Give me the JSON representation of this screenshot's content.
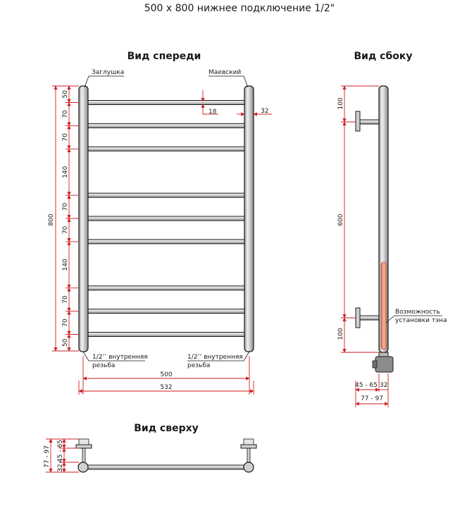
{
  "title": "500 x 800 нижнее подключение 1/2\"",
  "views": {
    "front": "Вид спереди",
    "side": "Вид сбоку",
    "top": "Вид сверху"
  },
  "callouts": {
    "plug": "Заглушка",
    "mayevsky": "Маевский",
    "thread_left_1": "1/2’’ внутренняя",
    "thread_left_2": "резьба",
    "thread_right_1": "1/2’’ внутренняя",
    "thread_right_2": "резьба",
    "heater_1": "Возможность",
    "heater_2": "установки тэна"
  },
  "front_dims": {
    "spacing_labels": [
      "50",
      "70",
      "70",
      "140",
      "70",
      "70",
      "140",
      "70",
      "70",
      "50"
    ],
    "height_total": "800",
    "bar_offset": "18",
    "pipe_diameter": "32",
    "width_center": "500",
    "width_total": "532"
  },
  "side_dims": {
    "top": "100",
    "middle": "600",
    "bottom": "100",
    "depth_1": "45 - 65",
    "depth_pipe": "32",
    "depth_total": "77 - 97"
  },
  "top_dims": {
    "outer": "77 - 97",
    "inner_1": "32",
    "inner_2": "45 - 65"
  },
  "colors": {
    "dimension": "#cc1f1f",
    "pipe_fill": "#d7d7d7",
    "outline": "#1a1a1a",
    "heater": "#e8a58a"
  }
}
